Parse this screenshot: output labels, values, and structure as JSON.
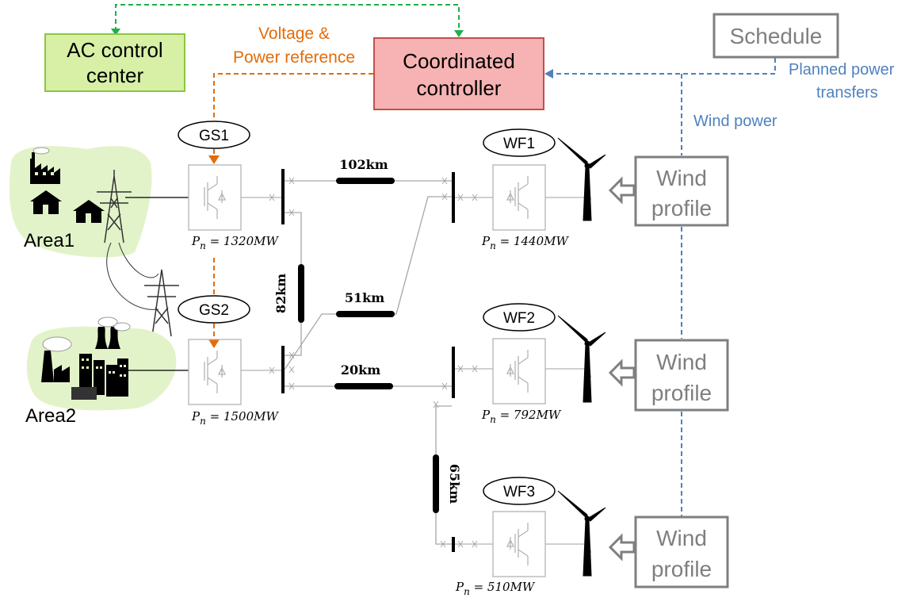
{
  "colors": {
    "green_dashed": "#1eb04a",
    "orange": "#e36c0a",
    "blue": "#4f81bd",
    "gray_box": "#7f7f7f",
    "ac_fill": "#d7f0a6",
    "ac_stroke": "#8cc63f",
    "coord_fill": "#f7b3b3",
    "coord_stroke": "#c0504d",
    "area_fill": "#e2f3c9",
    "line_gray": "#a6a6a6",
    "cable": "#000000"
  },
  "icons": [
    "factory-icon",
    "house-icon",
    "transmission-tower-icon",
    "power-plant-icon",
    "city-icon",
    "wind-turbine-icon",
    "converter-icon",
    "arrow-icon"
  ],
  "ac_center": {
    "line1": "AC control",
    "line2": "center"
  },
  "coordinated_controller": {
    "line1": "Coordinated",
    "line2": "controller"
  },
  "schedule": {
    "label": "Schedule"
  },
  "voltage_ref": {
    "line1": "Voltage &",
    "line2": "Power reference"
  },
  "planned_transfers": {
    "line1": "Planned power",
    "line2": "transfers"
  },
  "wind_power": {
    "label": "Wind power"
  },
  "areas": {
    "area1": "Area1",
    "area2": "Area2"
  },
  "stations": {
    "gs1": {
      "label": "GS1",
      "p_symbol": "P",
      "p_sub": "n",
      "p_value": " = 1320MW"
    },
    "gs2": {
      "label": "GS2",
      "p_symbol": "P",
      "p_sub": "n",
      "p_value": " = 1500MW"
    },
    "wf1": {
      "label": "WF1",
      "p_symbol": "P",
      "p_sub": "n",
      "p_value": " = 1440MW"
    },
    "wf2": {
      "label": "WF2",
      "p_symbol": "P",
      "p_sub": "n",
      "p_value": " = 792MW"
    },
    "wf3": {
      "label": "WF3",
      "p_symbol": "P",
      "p_sub": "n",
      "p_value": " = 510MW"
    }
  },
  "cables": {
    "c102": "102km",
    "c51": "51km",
    "c20": "20km",
    "c82": "82km",
    "c65": "65km"
  },
  "wind_profiles": {
    "wp1": {
      "line1": "Wind",
      "line2": "profile"
    },
    "wp2": {
      "line1": "Wind",
      "line2": "profile"
    },
    "wp3": {
      "line1": "Wind",
      "line2": "profile"
    }
  }
}
